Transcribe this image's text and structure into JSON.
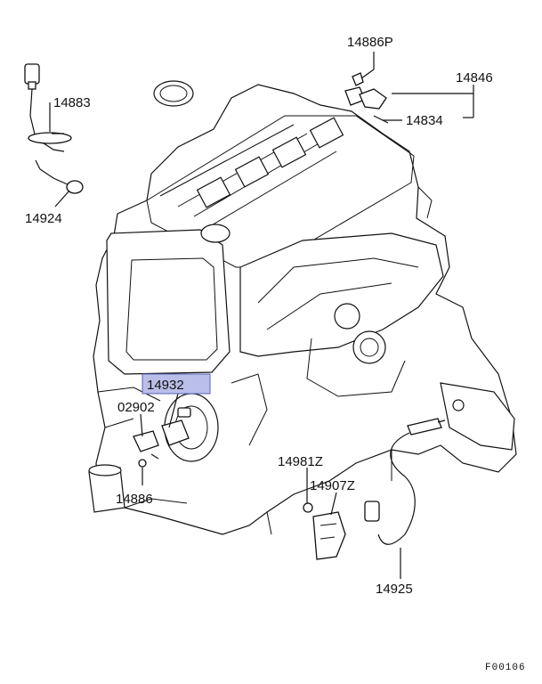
{
  "labels": {
    "p14886P": "14886P",
    "p14846": "14846",
    "p14834": "14834",
    "p14883": "14883",
    "p14924": "14924",
    "p14932": "14932",
    "p02902": "02902",
    "p14886": "14886",
    "p14981Z": "14981Z",
    "p14907Z": "14907Z",
    "p14925": "14925"
  },
  "highlighted_part": "14932",
  "footer_code": "F00106",
  "colors": {
    "highlight": "#b9bfe8",
    "line": "#111111"
  }
}
